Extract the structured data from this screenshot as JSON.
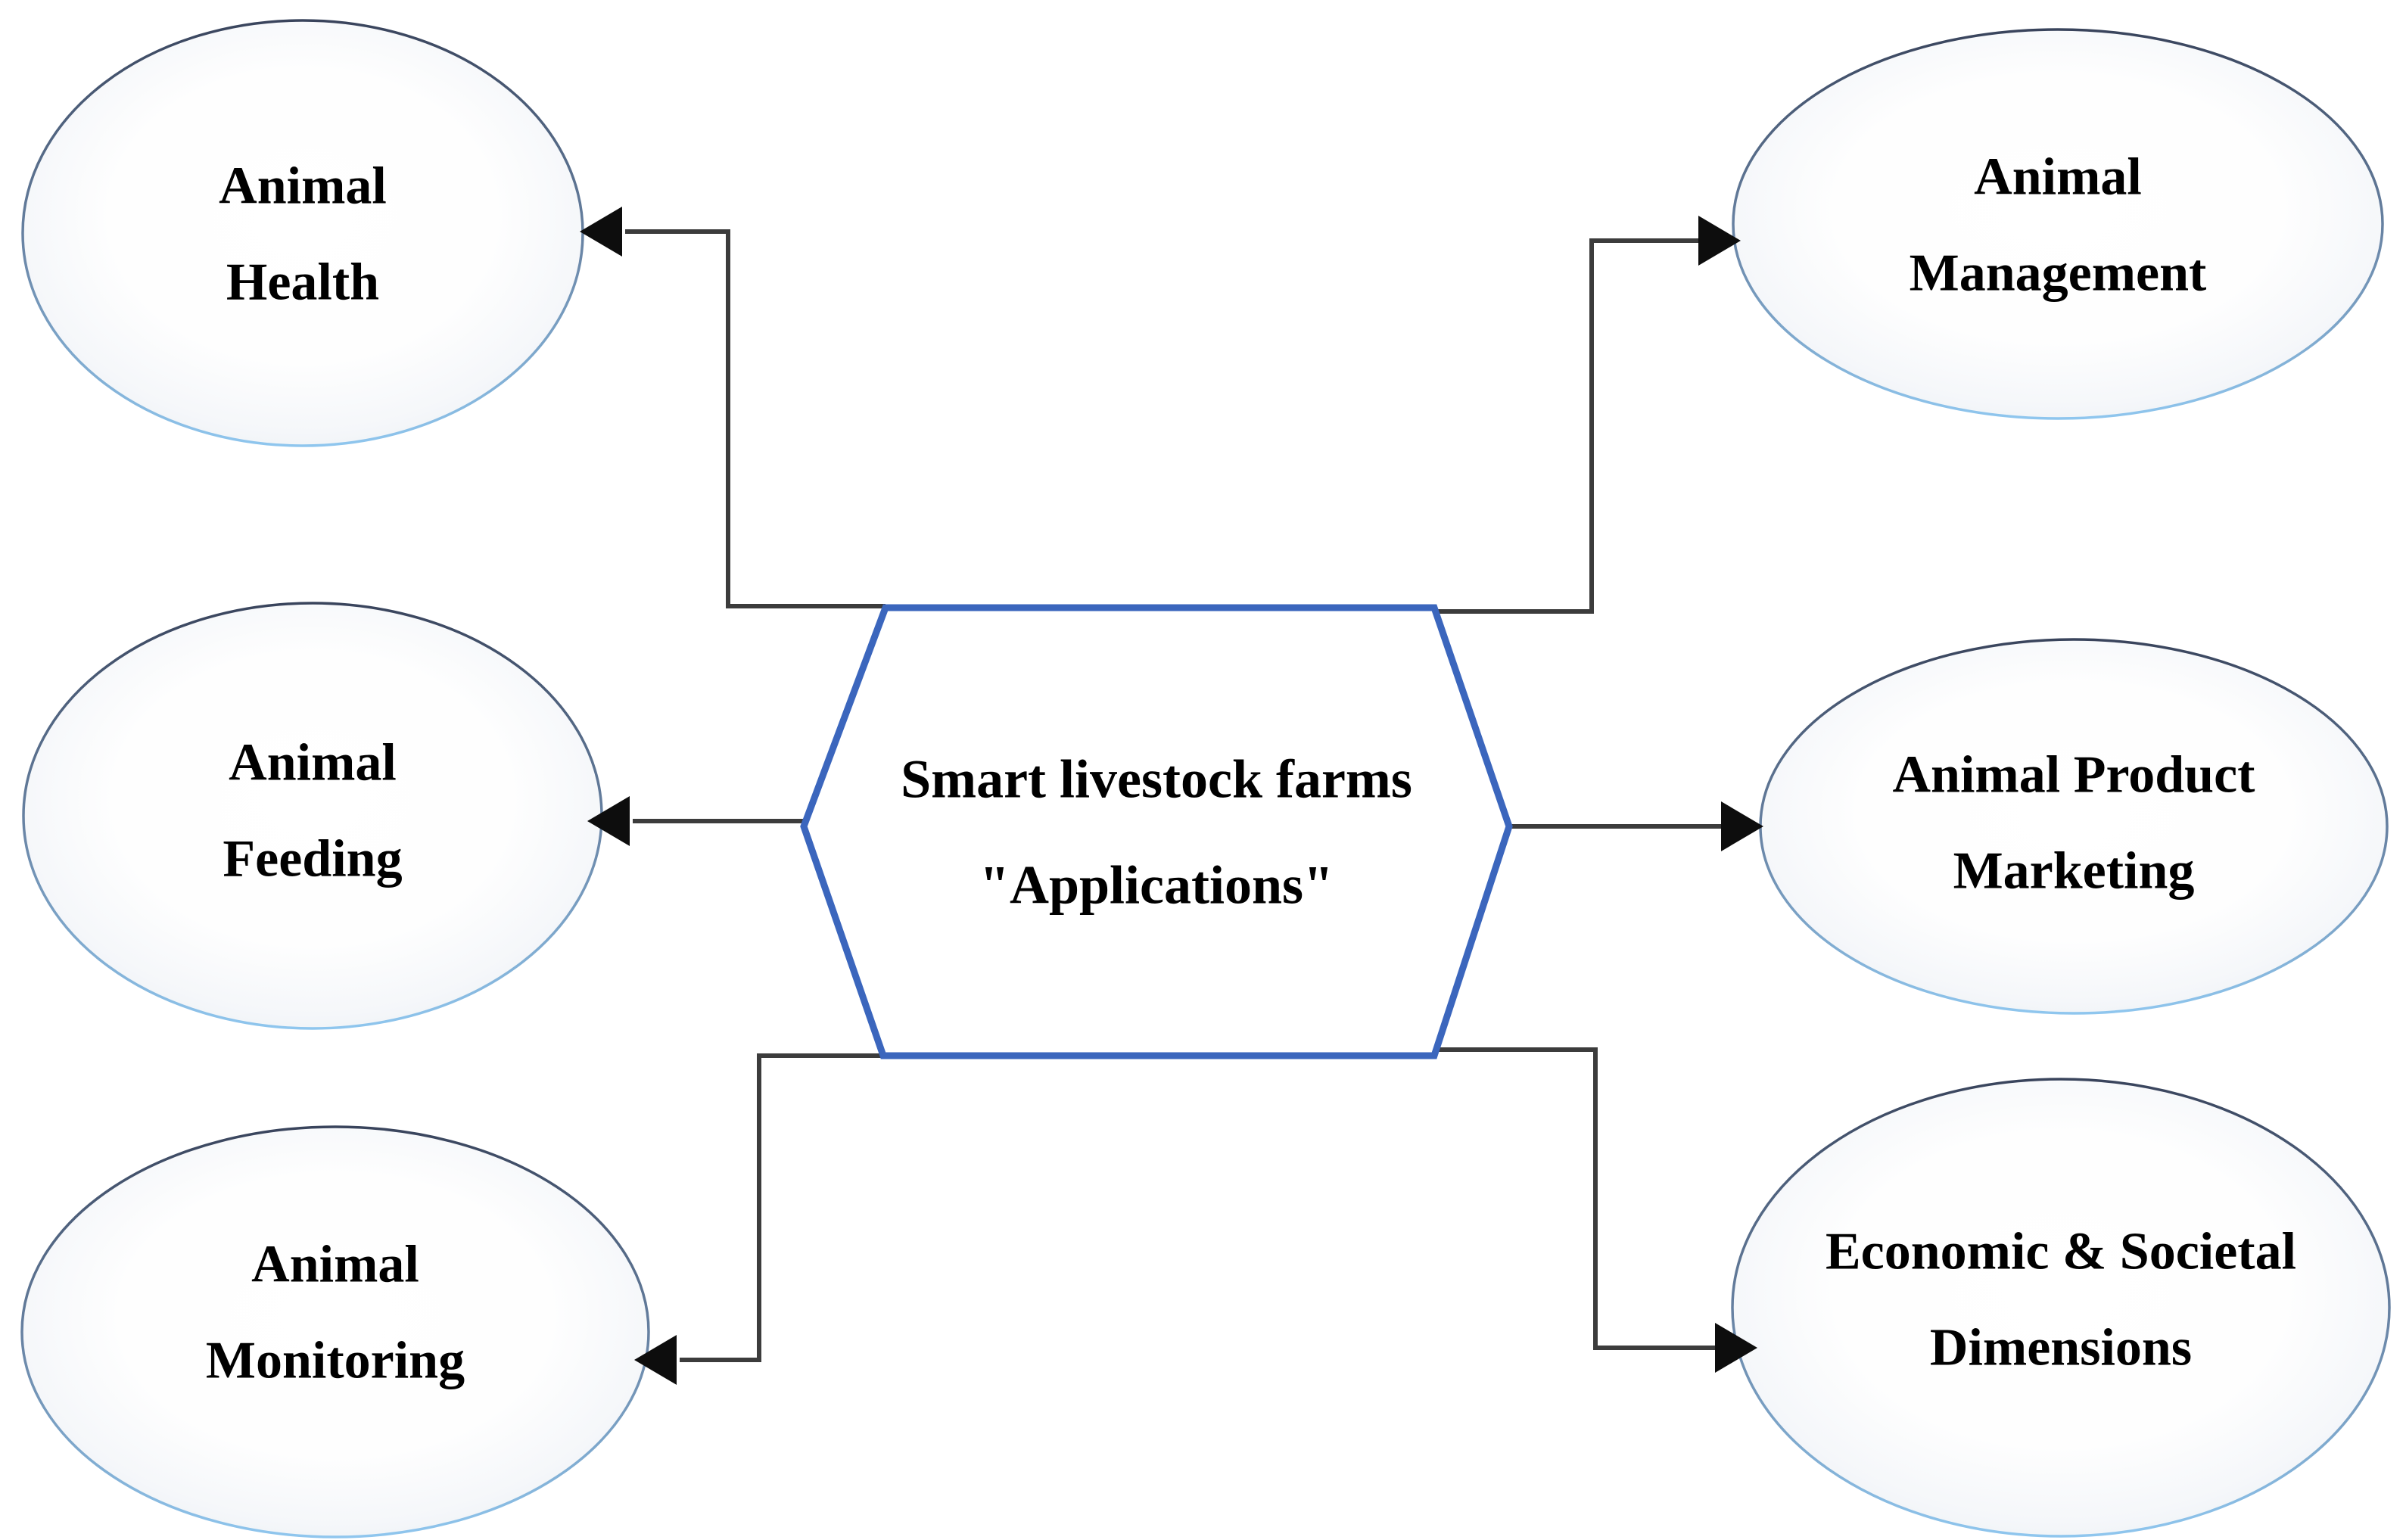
{
  "center_node": {
    "line1": "Smart livestock farms",
    "line2": "\"Applications\""
  },
  "nodes": {
    "animal_health": {
      "line1": "Animal",
      "line2": "Health"
    },
    "animal_management": {
      "line1": "Animal",
      "line2": "Management"
    },
    "animal_feeding": {
      "line1": "Animal",
      "line2": "Feeding"
    },
    "animal_product_marketing": {
      "line1": "Animal Product",
      "line2": "Marketing"
    },
    "animal_monitoring": {
      "line1": "Animal",
      "line2": "Monitoring"
    },
    "economic_societal_dimensions": {
      "line1": "Economic & Societal",
      "line2": "Dimensions"
    }
  },
  "colors": {
    "hexagon_border": "#3B66BD",
    "connector": "#3C3C3C",
    "arrowhead": "#0D0D0D",
    "text": "#000000",
    "ellipse_stroke_top": "#39445C",
    "ellipse_stroke_bottom": "#8FC6EE"
  }
}
